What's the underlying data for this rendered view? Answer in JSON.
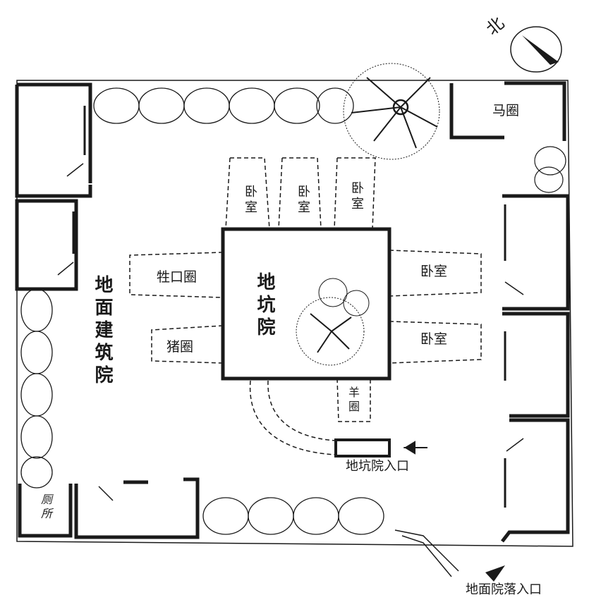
{
  "labels": {
    "north": "北",
    "horse_pen": "马圈",
    "bedroom": "卧室",
    "livestock_pen": "牲口圈",
    "pig_pen": "猪圈",
    "sheep_pen": "羊圈",
    "sunken_courtyard": "地坑院",
    "ground_courtyard": "地面建筑院",
    "toilet": "厕所",
    "pit_entrance": "地坑院入口",
    "ground_entrance": "地面院落入口"
  },
  "colors": {
    "ink": "#1a1a1a",
    "paper": "#ffffff"
  }
}
